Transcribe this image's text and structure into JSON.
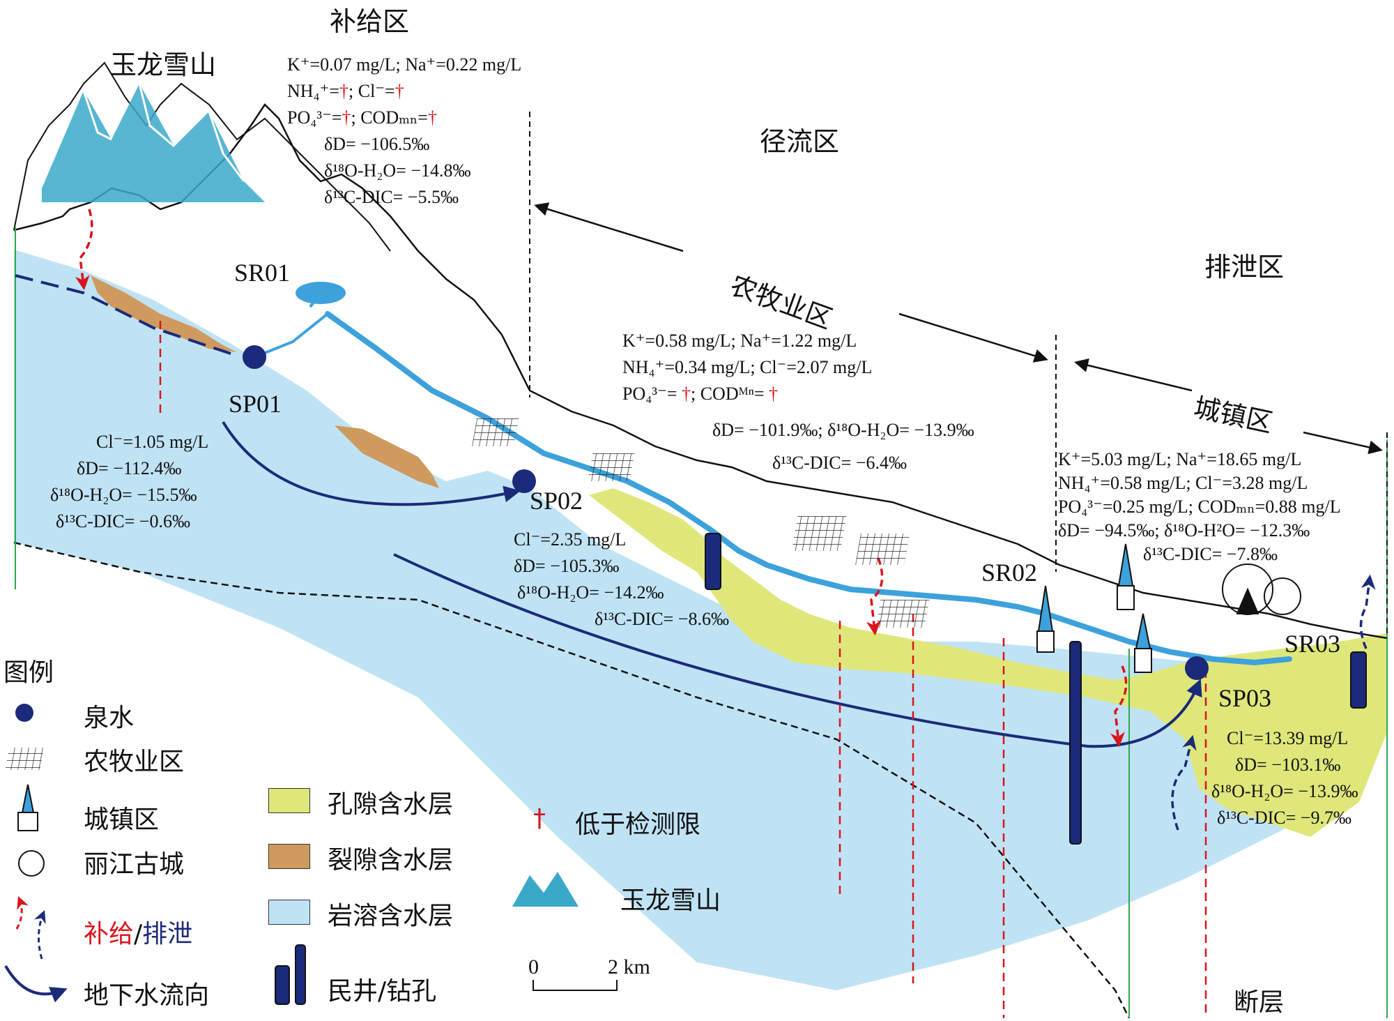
{
  "zones": {
    "recharge": "补给区",
    "runoff": "径流区",
    "discharge": "排泄区",
    "agri": "农牧业区",
    "town": "城镇区",
    "mountain": "玉龙雪山"
  },
  "colors": {
    "karst": "#bfe3f5",
    "pore": "#dfe77a",
    "fracture": "#cf9a5e",
    "river": "#3da1dc",
    "spring": "#1b2a7a",
    "recharge_arrow": "#d9141c",
    "discharge_arrow": "#1b2a7a",
    "fault": "#2ea84a"
  },
  "sites": {
    "sr01": "SR01",
    "sp01": "SP01",
    "sp02": "SP02",
    "sr02": "SR02",
    "sr03": "SR03",
    "sp03": "SP03"
  },
  "recharge_chem": {
    "l1": "K⁺=0.07 mg/L; Na⁺=0.22 mg/L",
    "l2a": "NH₄⁺=",
    "l2b": "; Cl⁻=",
    "l3a": "PO₄³⁻=",
    "l3b": "; CODₘₙ=",
    "l4": "δD= −106.5‰",
    "l5": "δ¹⁸O-H₂O= −14.8‰",
    "l6": "δ¹³C-DIC= −5.5‰"
  },
  "sp01_chem": {
    "l1": "Cl⁻=1.05 mg/L",
    "l2": "δD= −112.4‰",
    "l3": "δ¹⁸O-H₂O= −15.5‰",
    "l4": "δ¹³C-DIC= −0.6‰"
  },
  "agri_chem": {
    "l1": "K⁺=0.58 mg/L; Na⁺=1.22 mg/L",
    "l2": "NH₄⁺=0.34 mg/L; Cl⁻=2.07 mg/L",
    "l3a": "PO₄³⁻= ",
    "l3b": "; CODᴹⁿ= ",
    "l4": "δD= −101.9‰; δ¹⁸O-H₂O= −13.9‰",
    "l5": "δ¹³C-DIC= −6.4‰"
  },
  "sp02_chem": {
    "l1": "Cl⁻=2.35 mg/L",
    "l2": "δD= −105.3‰",
    "l3": "δ¹⁸O-H₂O= −14.2‰",
    "l4": "δ¹³C-DIC= −8.6‰"
  },
  "town_chem": {
    "l1": "K⁺=5.03 mg/L; Na⁺=18.65 mg/L",
    "l2": "NH₄⁺=0.58 mg/L; Cl⁻=3.28 mg/L",
    "l3": "PO₄³⁻=0.25 mg/L; CODₘₙ=0.88 mg/L",
    "l4": "δD= −94.5‰; δ¹⁸O-H²O= −12.3‰",
    "l5": "δ¹³C-DIC= −7.8‰"
  },
  "sp03_chem": {
    "l1": "Cl⁻=13.39 mg/L",
    "l2": "δD= −103.1‰",
    "l3": "δ¹⁸O-H₂O= −13.9‰",
    "l4": "δ¹³C-DIC= −9.7‰"
  },
  "dagger": "†",
  "legend": {
    "title": "图例",
    "spring": "泉水",
    "agri": "农牧业区",
    "town": "城镇区",
    "oldtown": "丽江古城",
    "recharge": "补给",
    "slash": "/",
    "discharge": "排泄",
    "flow": "地下水流向",
    "pore": "孔隙含水层",
    "fracture": "裂隙含水层",
    "karst": "岩溶含水层",
    "well": "民井/钻孔",
    "below_limit": "低于检测限",
    "mountain": "玉龙雪山"
  },
  "scale": {
    "zero": "0",
    "dist": "2 km"
  },
  "fault": "断层"
}
